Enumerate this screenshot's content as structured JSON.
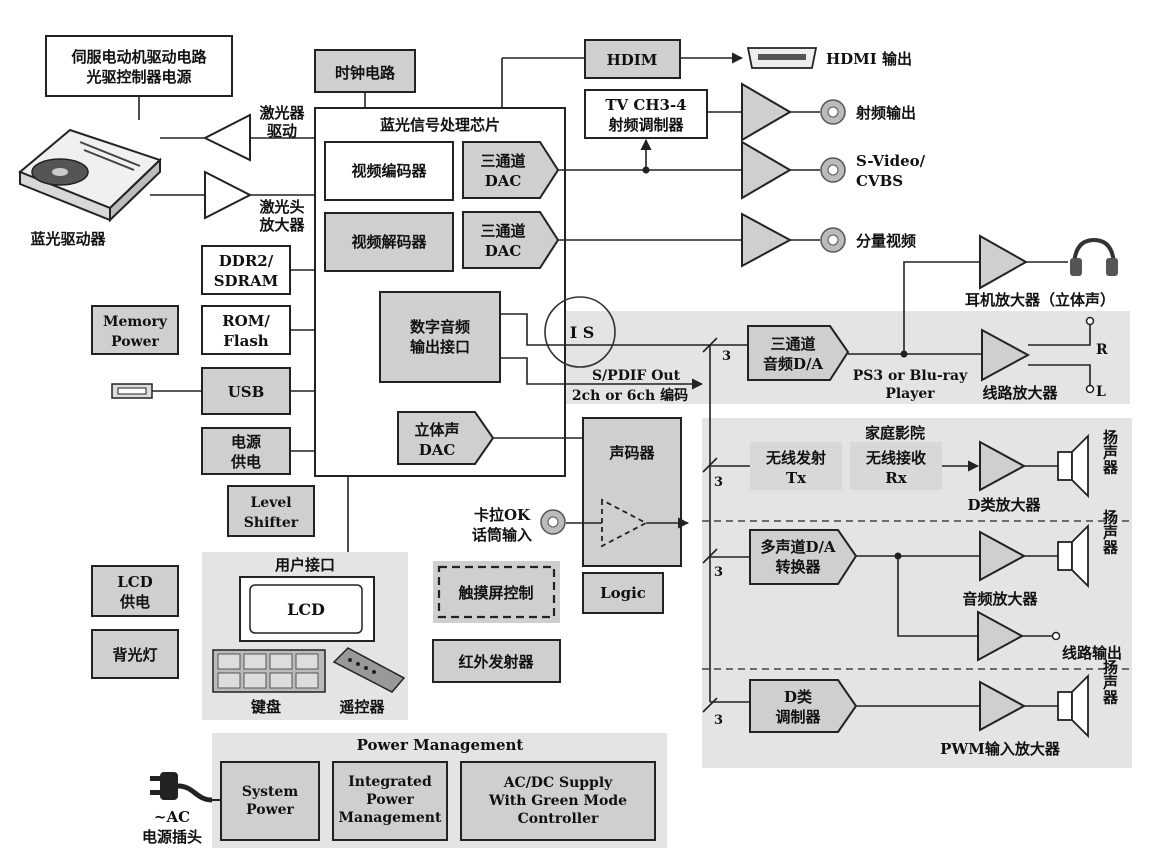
{
  "servo": {
    "line1": "伺服电动机驱动电路",
    "line2": "光驱控制器电源"
  },
  "clock": "时钟电路",
  "drive": "蓝光驱动器",
  "laser_driver": {
    "line1": "激光器",
    "line2": "驱动"
  },
  "laser_amp": {
    "line1": "激光头",
    "line2": "放大器"
  },
  "chip": {
    "title": "蓝光信号处理芯片",
    "video_encoder": "视频编码器",
    "video_decoder": "视频解码器",
    "dac1": {
      "line1": "三通道",
      "line2": "DAC"
    },
    "dac2": {
      "line1": "三通道",
      "line2": "DAC"
    },
    "audio_if": {
      "line1": "数字音频",
      "line2": "输出接口"
    },
    "stereo_dac": {
      "line1": "立体声",
      "line2": "DAC"
    }
  },
  "ddr": {
    "line1": "DDR2/",
    "line2": "SDRAM"
  },
  "rom": {
    "line1": "ROM/",
    "line2": "Flash"
  },
  "memory_power": {
    "line1": "Memory",
    "line2": "Power"
  },
  "usb": "USB",
  "power_supply": {
    "line1": "电源",
    "line2": "供电"
  },
  "level_shifter": {
    "line1": "Level",
    "line2": "Shifter"
  },
  "lcd_power": {
    "line1": "LCD",
    "line2": "供电"
  },
  "backlight": "背光灯",
  "user_if": {
    "title": "用户接口",
    "lcd": "LCD",
    "keypad": "键盘",
    "remote": "遥控器"
  },
  "touch": "触摸屏控制",
  "ir": "红外发射器",
  "hdim": "HDIM",
  "hdmi_out": "HDMI 输出",
  "tv_mod": {
    "line1": "TV CH3-4",
    "line2": "射频调制器"
  },
  "rf_out": "射频输出",
  "svideo_out": {
    "line1": "S-Video/",
    "line2": "CVBS"
  },
  "component_out": "分量视频",
  "i2s": "I  S",
  "spdif": {
    "line1": "S/PDIF Out",
    "line2": "2ch or 6ch 编码"
  },
  "bus_count": "3",
  "audio_da": {
    "line1": "三通道",
    "line2": "音频D/A"
  },
  "ps3": {
    "line1": "PS3 or Blu-ray",
    "line2": "Player"
  },
  "headphone_amp": "耳机放大器（立体声）",
  "line_amp": "线路放大器",
  "out_r": "R",
  "out_l": "L",
  "codec": "声码器",
  "karaoke": {
    "line1": "卡拉OK",
    "line2": "话筒输入"
  },
  "logic": "Logic",
  "home_theater": "家庭影院",
  "wireless_tx": {
    "line1": "无线发射",
    "line2": "Tx"
  },
  "wireless_rx": {
    "line1": "无线接收",
    "line2": "Rx"
  },
  "class_d_amp": "D类放大器",
  "speaker": "扬声器",
  "multi_da": {
    "line1": "多声道D/A",
    "line2": "转换器"
  },
  "audio_amp": "音频放大器",
  "line_out": "线路输出",
  "class_d_mod": {
    "line1": "D类",
    "line2": "调制器"
  },
  "pwm_amp": "PWM输入放大器",
  "power_mgmt": {
    "title": "Power Management",
    "system_power": {
      "line1": "System",
      "line2": "Power"
    },
    "integrated": {
      "line1": "Integrated",
      "line2": "Power",
      "line3": "Management"
    },
    "acdc": {
      "line1": "AC/DC Supply",
      "line2": "With Green Mode",
      "line3": "Controller"
    }
  },
  "plug": {
    "line1": "~AC",
    "line2": "电源插头"
  }
}
